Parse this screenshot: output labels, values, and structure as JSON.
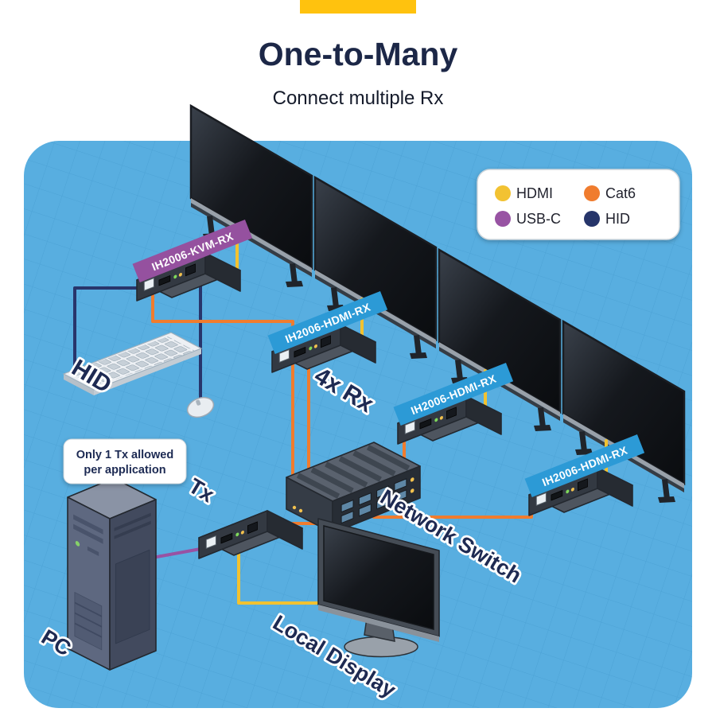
{
  "header": {
    "title": "One-to-Many",
    "subtitle": "Connect multiple Rx"
  },
  "legend": {
    "items": [
      {
        "label": "HDMI",
        "color": "#F2C230"
      },
      {
        "label": "Cat6",
        "color": "#F07C2E"
      },
      {
        "label": "USB-C",
        "color": "#9852A3"
      },
      {
        "label": "HID",
        "color": "#28356B"
      }
    ]
  },
  "devices": {
    "kvm_rx_label": "IH2006-KVM-RX",
    "hdmi_rx_label": "IH2006-HDMI-RX"
  },
  "labels": {
    "hid": "HID",
    "rx_count": "4x Rx",
    "tx": "Tx",
    "network_switch": "Network Switch",
    "pc": "PC",
    "local_display": "Local Display"
  },
  "note": {
    "line1": "Only 1 Tx allowed",
    "line2": "per application"
  },
  "colors": {
    "accent": "#FFC20E",
    "panel": "#58AEE0",
    "hdmi": "#F2C230",
    "cat6": "#F07C2E",
    "usbc": "#9852A3",
    "hid": "#28356B",
    "ribbon_kvm": "#95519F",
    "ribbon_hdmi": "#2C9AD6"
  }
}
